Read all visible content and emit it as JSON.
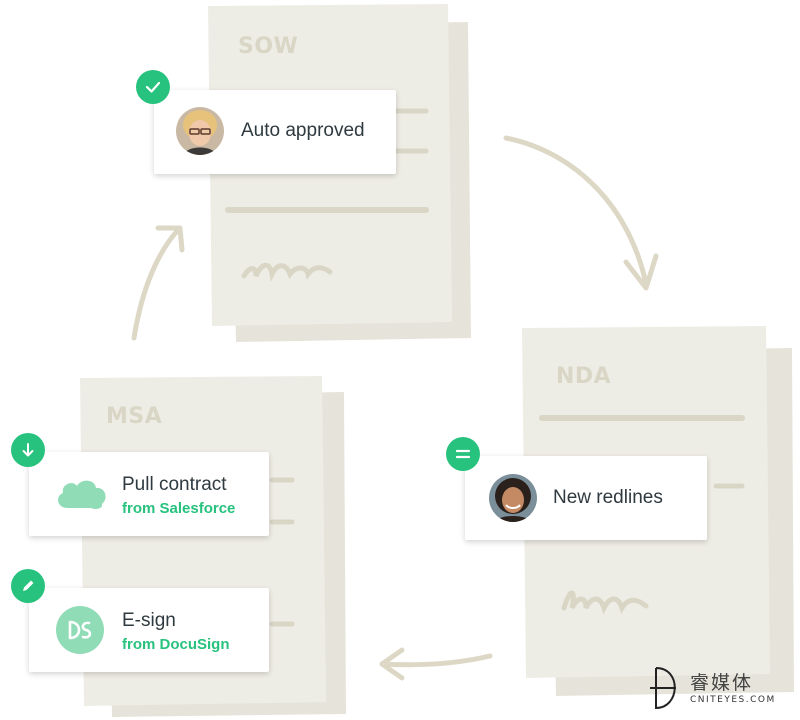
{
  "documents": [
    {
      "id": "sow",
      "title": "SOW"
    },
    {
      "id": "nda",
      "title": "NDA"
    },
    {
      "id": "msa",
      "title": "MSA"
    }
  ],
  "cards": {
    "auto_approved": {
      "label": "Auto approved",
      "badge_icon": "check-icon"
    },
    "new_redlines": {
      "label": "New redlines",
      "badge_icon": "equals-icon"
    },
    "pull_contract": {
      "label": "Pull contract",
      "sublabel": "from Salesforce",
      "badge_icon": "download-arrow-icon",
      "logo": "salesforce-cloud-icon"
    },
    "esign": {
      "label": "E-sign",
      "sublabel": "from DocuSign",
      "badge_icon": "pencil-icon",
      "logo": "docusign-icon"
    }
  },
  "watermark": {
    "text": "CNITEYES.COM",
    "glyphs": "睿媒体"
  },
  "colors": {
    "accent": "#27c27e",
    "paper": "#eeede5",
    "ink": "#d9d6c6"
  }
}
